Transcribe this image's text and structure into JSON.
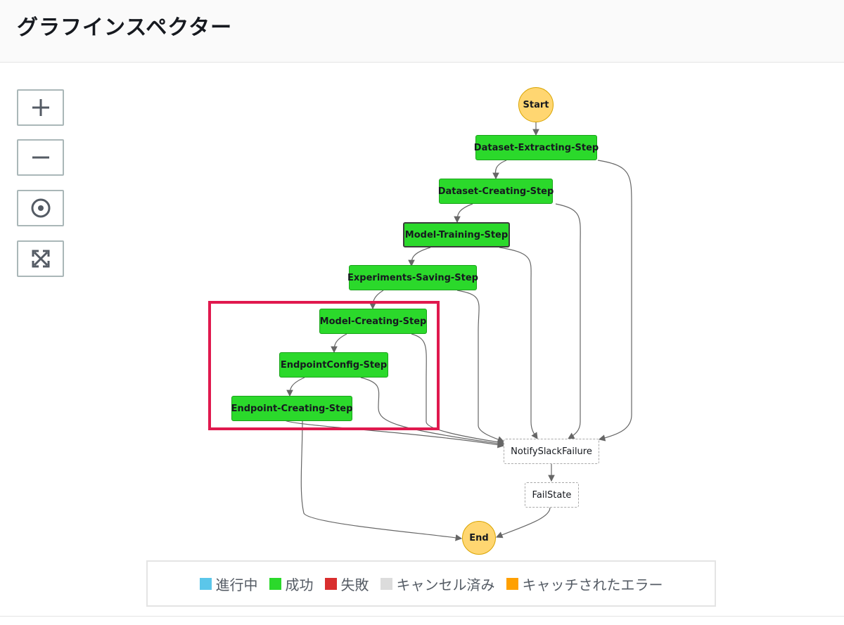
{
  "header": {
    "title": "グラフインスペクター"
  },
  "controls": {
    "zoom_in": "zoom-in",
    "zoom_out": "zoom-out",
    "center": "center",
    "fit": "fit-screen"
  },
  "nodes": {
    "start": "Start",
    "dataset_extracting": "Dataset-Extracting-Step",
    "dataset_creating": "Dataset-Creating-Step",
    "model_training": "Model-Training-Step",
    "experiments_saving": "Experiments-Saving-Step",
    "model_creating": "Model-Creating-Step",
    "endpoint_config": "EndpointConfig-Step",
    "endpoint_creating": "Endpoint-Creating-Step",
    "notify_slack": "NotifySlackFailure",
    "fail_state": "FailState",
    "end": "End"
  },
  "legend": {
    "items": [
      {
        "label": "進行中",
        "color": "#5bc6ea"
      },
      {
        "label": "成功",
        "color": "#2bd92b"
      },
      {
        "label": "失敗",
        "color": "#d92e2e"
      },
      {
        "label": "キャンセル済み",
        "color": "#dcdcdc"
      },
      {
        "label": "キャッチされたエラー",
        "color": "#ffa000"
      }
    ]
  },
  "colors": {
    "success": "#2bd92b",
    "terminal": "#ffd671",
    "highlight": "#e0194e"
  }
}
